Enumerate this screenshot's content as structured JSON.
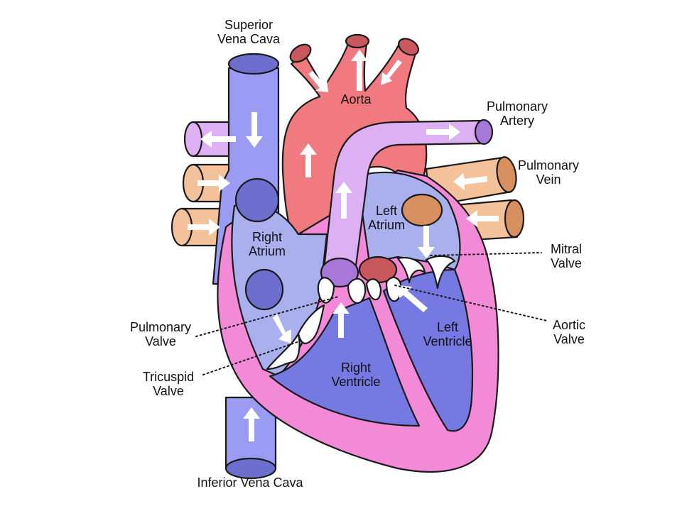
{
  "labels": {
    "superior_vena_cava": "Superior\nVena Cava",
    "aorta": "Aorta",
    "pulmonary_artery": "Pulmonary\nArtery",
    "pulmonary_vein": "Pulmonary\nVein",
    "left_atrium": "Left\nAtrium",
    "right_atrium": "Right\nAtrium",
    "mitral_valve": "Mitral\nValve",
    "aortic_valve": "Aortic\nValve",
    "pulmonary_valve": "Pulmonary\nValve",
    "tricuspid_valve": "Tricuspid\nValve",
    "left_ventricle": "Left\nVentricle",
    "right_ventricle": "Right\nVentricle",
    "inferior_vena_cava": "Inferior Vena Cava"
  },
  "colors": {
    "vena_cava": "#9a9cf4",
    "vena_cava_dark": "#6d6fcf",
    "aorta": "#f07a80",
    "aorta_dark": "#c8585e",
    "pulmonary_artery": "#dcb0f2",
    "pulmonary_artery_dark": "#a878d8",
    "pulmonary_vein": "#f4c29a",
    "pulmonary_vein_dark": "#d99060",
    "muscle": "#f28ad8",
    "atrium": "#aab0ee",
    "ventricle": "#7679e2"
  }
}
